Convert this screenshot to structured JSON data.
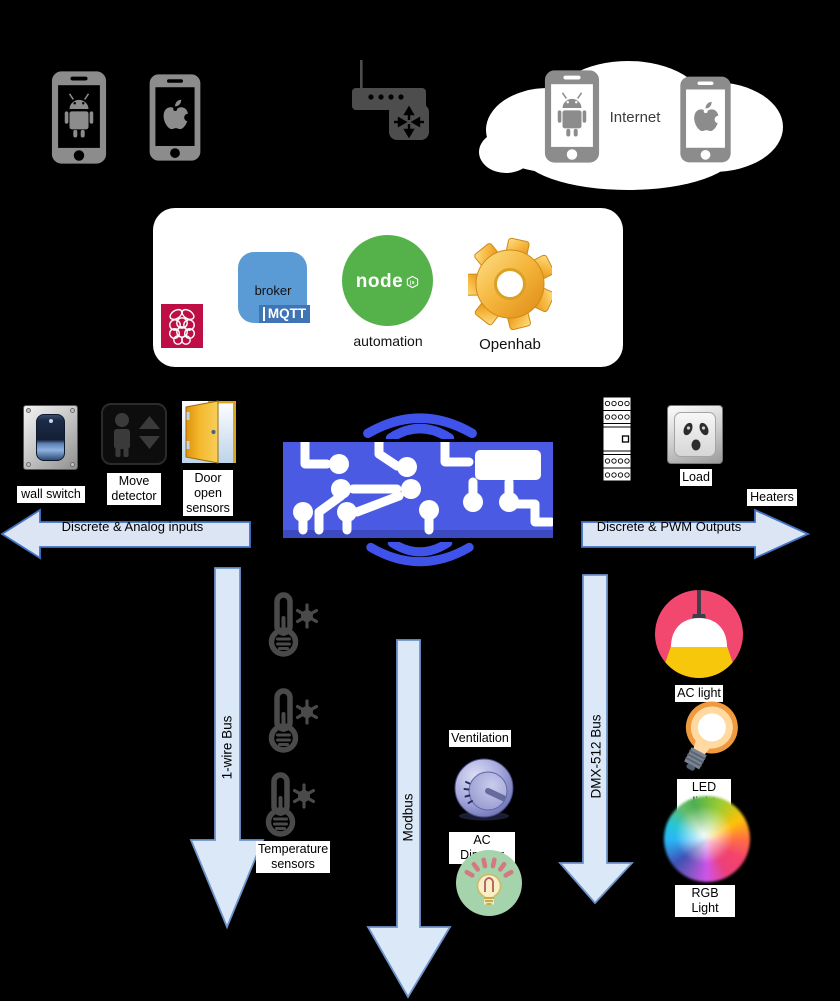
{
  "cloud": {
    "label": "Internet"
  },
  "hub": {
    "mqtt_broker": "broker",
    "mqtt": "MQTT",
    "node_logo": "node",
    "node_badge": "js",
    "node_caption": "automation",
    "openhab_caption": "Openhab"
  },
  "inputs": {
    "arrow": "Discrete & Analog inputs",
    "wall_switch": "wall switch",
    "move_detector": "Move detector",
    "door_sensors": "Door open sensors"
  },
  "outputs": {
    "arrow": "Discrete & PWM Outputs",
    "load": "Load",
    "heaters": "Heaters"
  },
  "buses": {
    "one_wire": "1-wire Bus",
    "temperature": "Temperature sensors",
    "modbus": "Modbus",
    "ventilation": "Ventilation",
    "ac_dimmer": "AC Dimmer",
    "dmx": "DMX-512 Bus",
    "ac_light": "AC light",
    "led_light": "LED light",
    "rgb_light": "RGB Light"
  },
  "colors": {
    "background": "#000000",
    "board_blue": "#4a5ae2",
    "wifi_blue": "#3f53ea",
    "arrow_fill": "#dbe5f4",
    "arrow_border": "#4273c4",
    "phone_gray": "#8c8c8c",
    "router_gray": "#4d4d4d",
    "mqtt_blue": "#5b9bd5",
    "mqtt_banner_blue": "#3f74b5",
    "node_green": "#55b149",
    "openhab_gold": "#f2a71f",
    "raspberry_red": "#bd0f45",
    "ac_light_pink": "#f2486f",
    "dimmer_green": "#a5d3ab",
    "knob_purple": "#8e93c8"
  }
}
